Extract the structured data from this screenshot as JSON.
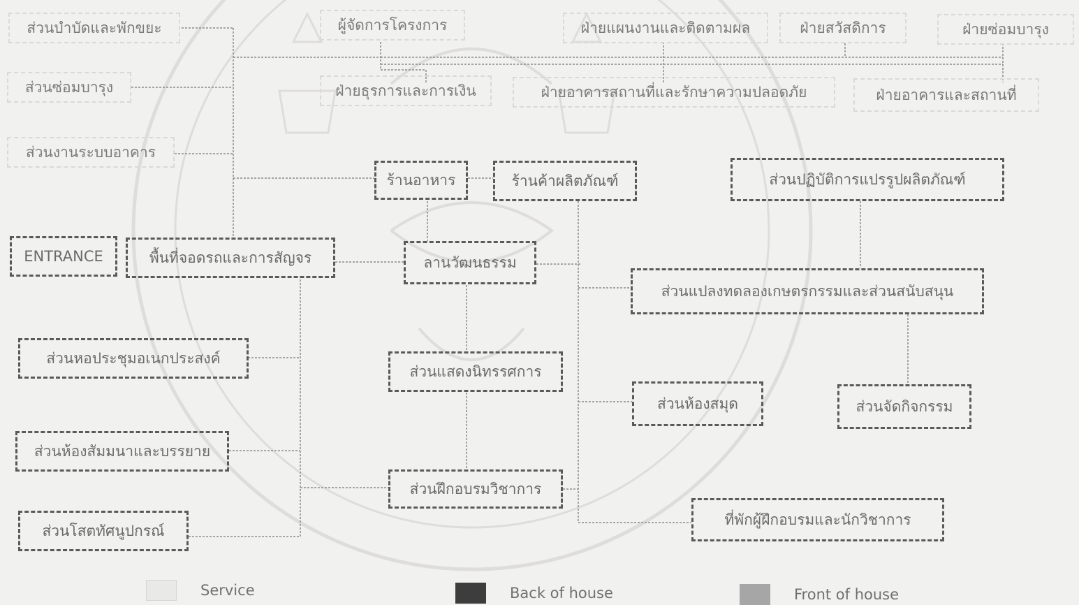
{
  "nodes": {
    "waste": "ส่วนบำบัดและพักขยะ",
    "manager": "ผู้จัดการโครงการ",
    "planning": "ฝ่ายแผนงานและติดตามผล",
    "welfare": "ฝ่ายสวัสดิการ",
    "maint_div": "ฝ่ายซ่อมบารุง",
    "repair": "ส่วนซ่อมบารุง",
    "admin_fin": "ฝ่ายธุรการและการเงิน",
    "bldg_security": "ฝ่ายอาคารสถานที่และรักษาความปลอดภัย",
    "bldg_div": "ฝ่ายอาคารและสถานที่",
    "bldg_systems": "ส่วนงานระบบอาคาร",
    "restaurant": "ร้านอาหาร",
    "shop": "ร้านค้าผลิตภัณฑ์",
    "processing": "ส่วนปฏิบัติการแปรรูปผลิตภัณฑ์",
    "entrance": "ENTRANCE",
    "parking": "พื้นที่จอดรถและการสัญจร",
    "plaza": "ลานวัฒนธรรม",
    "agri": "ส่วนแปลงทดลองเกษตรกรรมและส่วนสนับสนุน",
    "hall": "ส่วนหอประชุมอเนกประสงค์",
    "exhibition": "ส่วนแสดงนิทรรศการ",
    "library": "ส่วนห้องสมุด",
    "activity": "ส่วนจัดกิจกรรม",
    "seminar": "ส่วนห้องสัมมนาและบรรยาย",
    "training": "ส่วนฝึกอบรมวิชาการ",
    "lodging": "ที่พักผู้ฝึกอบรมและนักวิชาการ",
    "av": "ส่วนโสตทัศนูปกรณ์"
  },
  "legend": {
    "service": "Service",
    "back": "Back of house",
    "front": "Front of house"
  },
  "colors": {
    "background": "#f1f1f0",
    "service_border": "#d9d9d7",
    "front_border": "#5a5a5a",
    "back_swatch": "#3d3d3d",
    "front_swatch": "#a6a6a6"
  }
}
